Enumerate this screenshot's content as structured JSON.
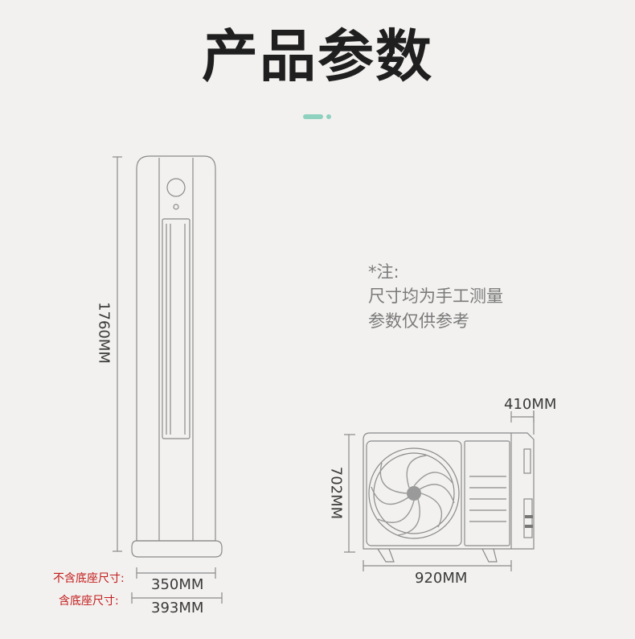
{
  "title": "产品参数",
  "note": {
    "line1": "*注:",
    "line2": "尺寸均为手工测量",
    "line3": "参数仅供参考"
  },
  "indoor": {
    "height_label": "1760MM",
    "width_no_base_label": "不含底座尺寸:",
    "width_no_base_value": "350MM",
    "width_with_base_label": "含底座尺寸:",
    "width_with_base_value": "393MM"
  },
  "outdoor": {
    "depth_value": "410MM",
    "height_value": "702MM",
    "width_value": "920MM"
  },
  "colors": {
    "accent": "#8ed1bf",
    "background": "#f2f1ef",
    "label_red": "#c21b1b",
    "line": "#7a7a7a"
  }
}
